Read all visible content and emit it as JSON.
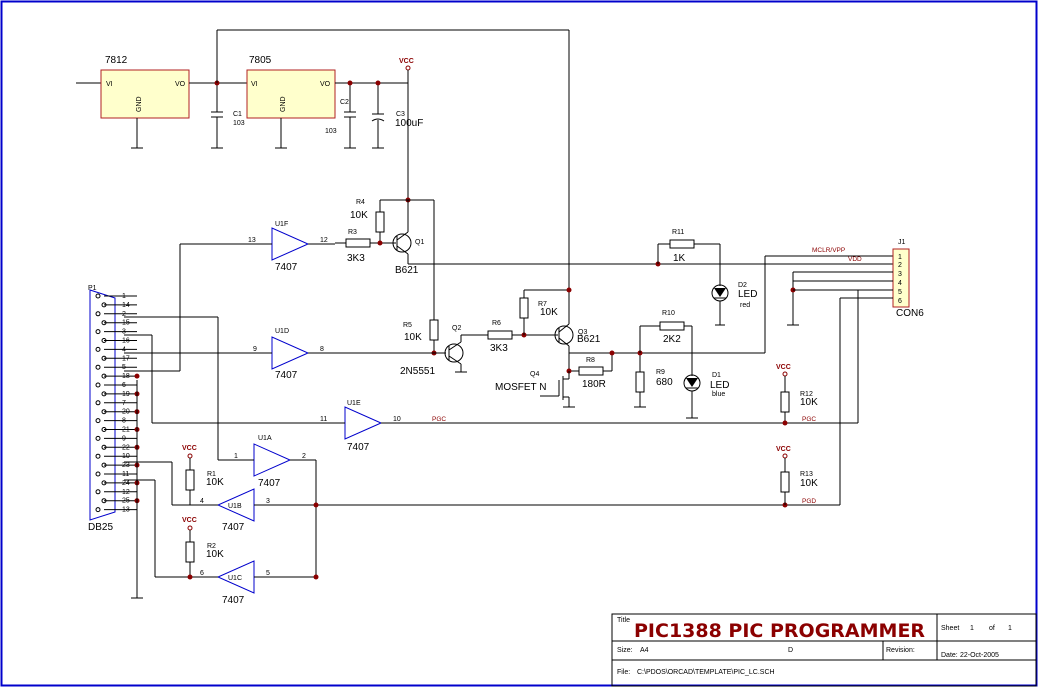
{
  "regulators": {
    "u1": {
      "name": "7812",
      "vi": "VI",
      "vo": "VO",
      "gnd": "GND"
    },
    "u2": {
      "name": "7805",
      "vi": "VI",
      "vo": "VO",
      "gnd": "GND"
    }
  },
  "capacitors": {
    "c1": {
      "ref": "C1",
      "value": "103"
    },
    "c2": {
      "ref": "C2",
      "value": "103"
    },
    "c3": {
      "ref": "C3",
      "value": "100uF"
    }
  },
  "resistors": {
    "r1": {
      "ref": "R1",
      "value": "10K"
    },
    "r2": {
      "ref": "R2",
      "value": "10K"
    },
    "r3": {
      "ref": "R3",
      "value": "3K3"
    },
    "r4": {
      "ref": "R4",
      "value": "10K"
    },
    "r5": {
      "ref": "R5",
      "value": "10K"
    },
    "r6": {
      "ref": "R6",
      "value": "3K3"
    },
    "r7": {
      "ref": "R7",
      "value": "10K"
    },
    "r8": {
      "ref": "R8",
      "value": "180R"
    },
    "r9": {
      "ref": "R9",
      "value": "680"
    },
    "r10": {
      "ref": "R10",
      "value": "2K2"
    },
    "r11": {
      "ref": "R11",
      "value": "1K"
    },
    "r12": {
      "ref": "R12",
      "value": "10K"
    },
    "r13": {
      "ref": "R13",
      "value": "10K"
    }
  },
  "transistors": {
    "q1": {
      "ref": "Q1",
      "part": "B621"
    },
    "q2": {
      "ref": "Q2",
      "part": "2N5551"
    },
    "q3": {
      "ref": "Q3",
      "part": "B621"
    },
    "q4": {
      "ref": "Q4",
      "part": "MOSFET N"
    }
  },
  "leds": {
    "d1": {
      "ref": "D1",
      "label": "LED",
      "color": "blue"
    },
    "d2": {
      "ref": "D2",
      "label": "LED",
      "color": "red"
    }
  },
  "buffers": {
    "u1a": {
      "ref": "U1A",
      "part": "7407",
      "pin_in": "1",
      "pin_out": "2"
    },
    "u1b": {
      "ref": "U1B",
      "part": "7407",
      "pin_in": "3",
      "pin_out": "4"
    },
    "u1c": {
      "ref": "U1C",
      "part": "7407",
      "pin_in": "5",
      "pin_out": "6"
    },
    "u1d": {
      "ref": "U1D",
      "part": "7407",
      "pin_in": "9",
      "pin_out": "8"
    },
    "u1e": {
      "ref": "U1E",
      "part": "7407",
      "pin_in": "11",
      "pin_out": "10"
    },
    "u1f": {
      "ref": "U1F",
      "part": "7407",
      "pin_in": "13",
      "pin_out": "12"
    }
  },
  "db25": {
    "ref": "P1",
    "name": "DB25",
    "pins": [
      "1",
      "14",
      "2",
      "15",
      "3",
      "16",
      "4",
      "17",
      "5",
      "18",
      "6",
      "19",
      "7",
      "20",
      "8",
      "21",
      "9",
      "22",
      "10",
      "23",
      "11",
      "24",
      "12",
      "25",
      "13"
    ]
  },
  "con6": {
    "ref": "J1",
    "name": "CON6",
    "pins": [
      "1",
      "2",
      "3",
      "4",
      "5",
      "6"
    ]
  },
  "nets": {
    "mclr": "MCLR/VPP",
    "vdd": "VDD",
    "pgc": "PGC",
    "pgd": "PGD",
    "vcc": "VCC"
  },
  "title_block": {
    "title_label": "Title",
    "title": "PIC1388 PIC PROGRAMMER",
    "size_label": "Size:",
    "size": "A4",
    "doc_number": "D",
    "revision_label": "Revision:",
    "sheet_label": "Sheet",
    "sheet": "1",
    "of_label": "of",
    "sheet_total": "1",
    "date_label": "Date:",
    "date": "22-Oct-2005",
    "file_label": "File:",
    "file": "C:\\PDOS\\ORCAD\\TEMPLATE\\PIC_LC.SCH"
  },
  "colors": {
    "frame": "#0000cc",
    "wire": "#000000",
    "symbol": "#0000cc",
    "block_fill": "#ffffcc",
    "net_label": "#8b0000",
    "title": "#8b0000"
  }
}
